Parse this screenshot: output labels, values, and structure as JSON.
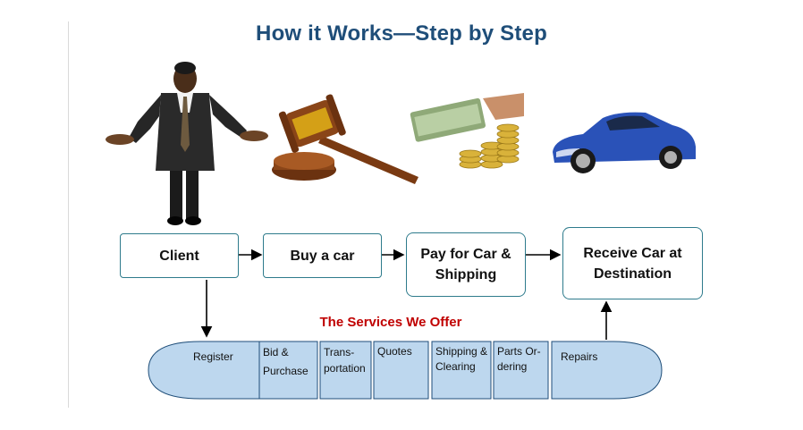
{
  "header": {
    "title": "How it Works—Step by Step"
  },
  "illustrations": [
    {
      "name": "businessman",
      "desc": "man in suit"
    },
    {
      "name": "gavel",
      "desc": "auction gavel"
    },
    {
      "name": "money",
      "desc": "cash and coins"
    },
    {
      "name": "car",
      "desc": "blue sedan"
    }
  ],
  "flow": {
    "steps": [
      {
        "id": "client",
        "label": "Client"
      },
      {
        "id": "buy",
        "label": "Buy a car"
      },
      {
        "id": "pay",
        "label": "Pay for Car & Shipping"
      },
      {
        "id": "receive",
        "label": "Receive Car at Destination"
      }
    ]
  },
  "services": {
    "title": "The Services We Offer",
    "items": [
      {
        "label": "Register"
      },
      {
        "label": "Bid & Purchase"
      },
      {
        "label": "Trans-portation"
      },
      {
        "label": "Quotes"
      },
      {
        "label": "Shipping & Clearing"
      },
      {
        "label": "Parts Or-dering"
      },
      {
        "label": "Repairs"
      }
    ]
  },
  "colors": {
    "title": "#1f4e79",
    "services_title": "#c00000",
    "box_border": "#2e7b8c",
    "segment_fill": "#bdd7ee",
    "segment_border": "#1f4e79"
  }
}
